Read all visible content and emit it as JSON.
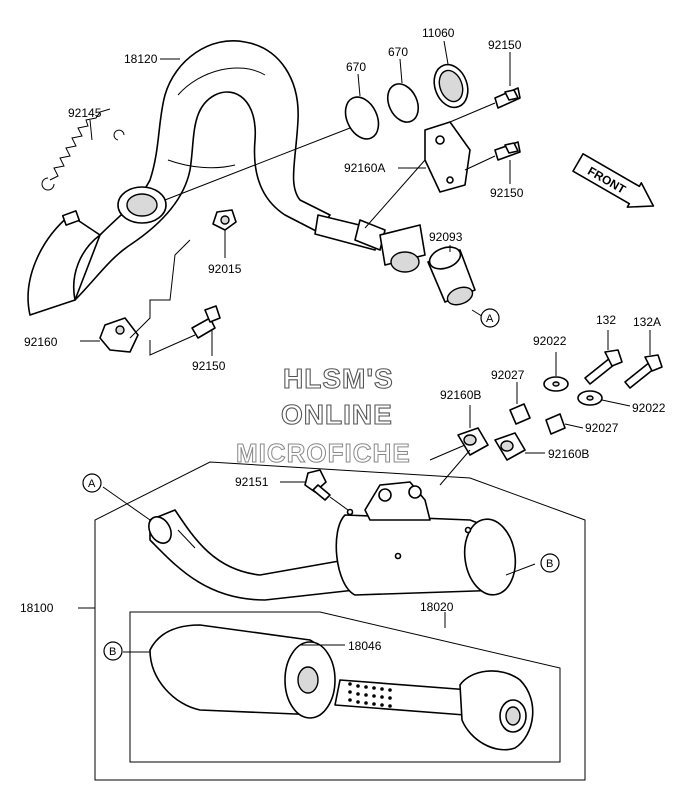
{
  "labels": {
    "p18120": "18120",
    "p670a": "670",
    "p670b": "670",
    "p11060": "11060",
    "p92150a": "92150",
    "p92145": "92145",
    "p92160A": "92160A",
    "p92150b": "92150",
    "p92093": "92093",
    "p92015": "92015",
    "p92160": "92160",
    "p92150c": "92150",
    "p132": "132",
    "p132A": "132A",
    "p92022a": "92022",
    "p92027a": "92027",
    "p92022b": "92022",
    "p92160Ba": "92160B",
    "p92027b": "92027",
    "p92160Bb": "92160B",
    "p92151": "92151",
    "p18100": "18100",
    "p18020": "18020",
    "p18046": "18046"
  },
  "callouts": {
    "A": "A",
    "B": "B"
  },
  "front_arrow": "FRONT",
  "watermark": {
    "line1": "HLSM'S",
    "line2": "ONLINE",
    "line3": "MICROFICHE"
  }
}
